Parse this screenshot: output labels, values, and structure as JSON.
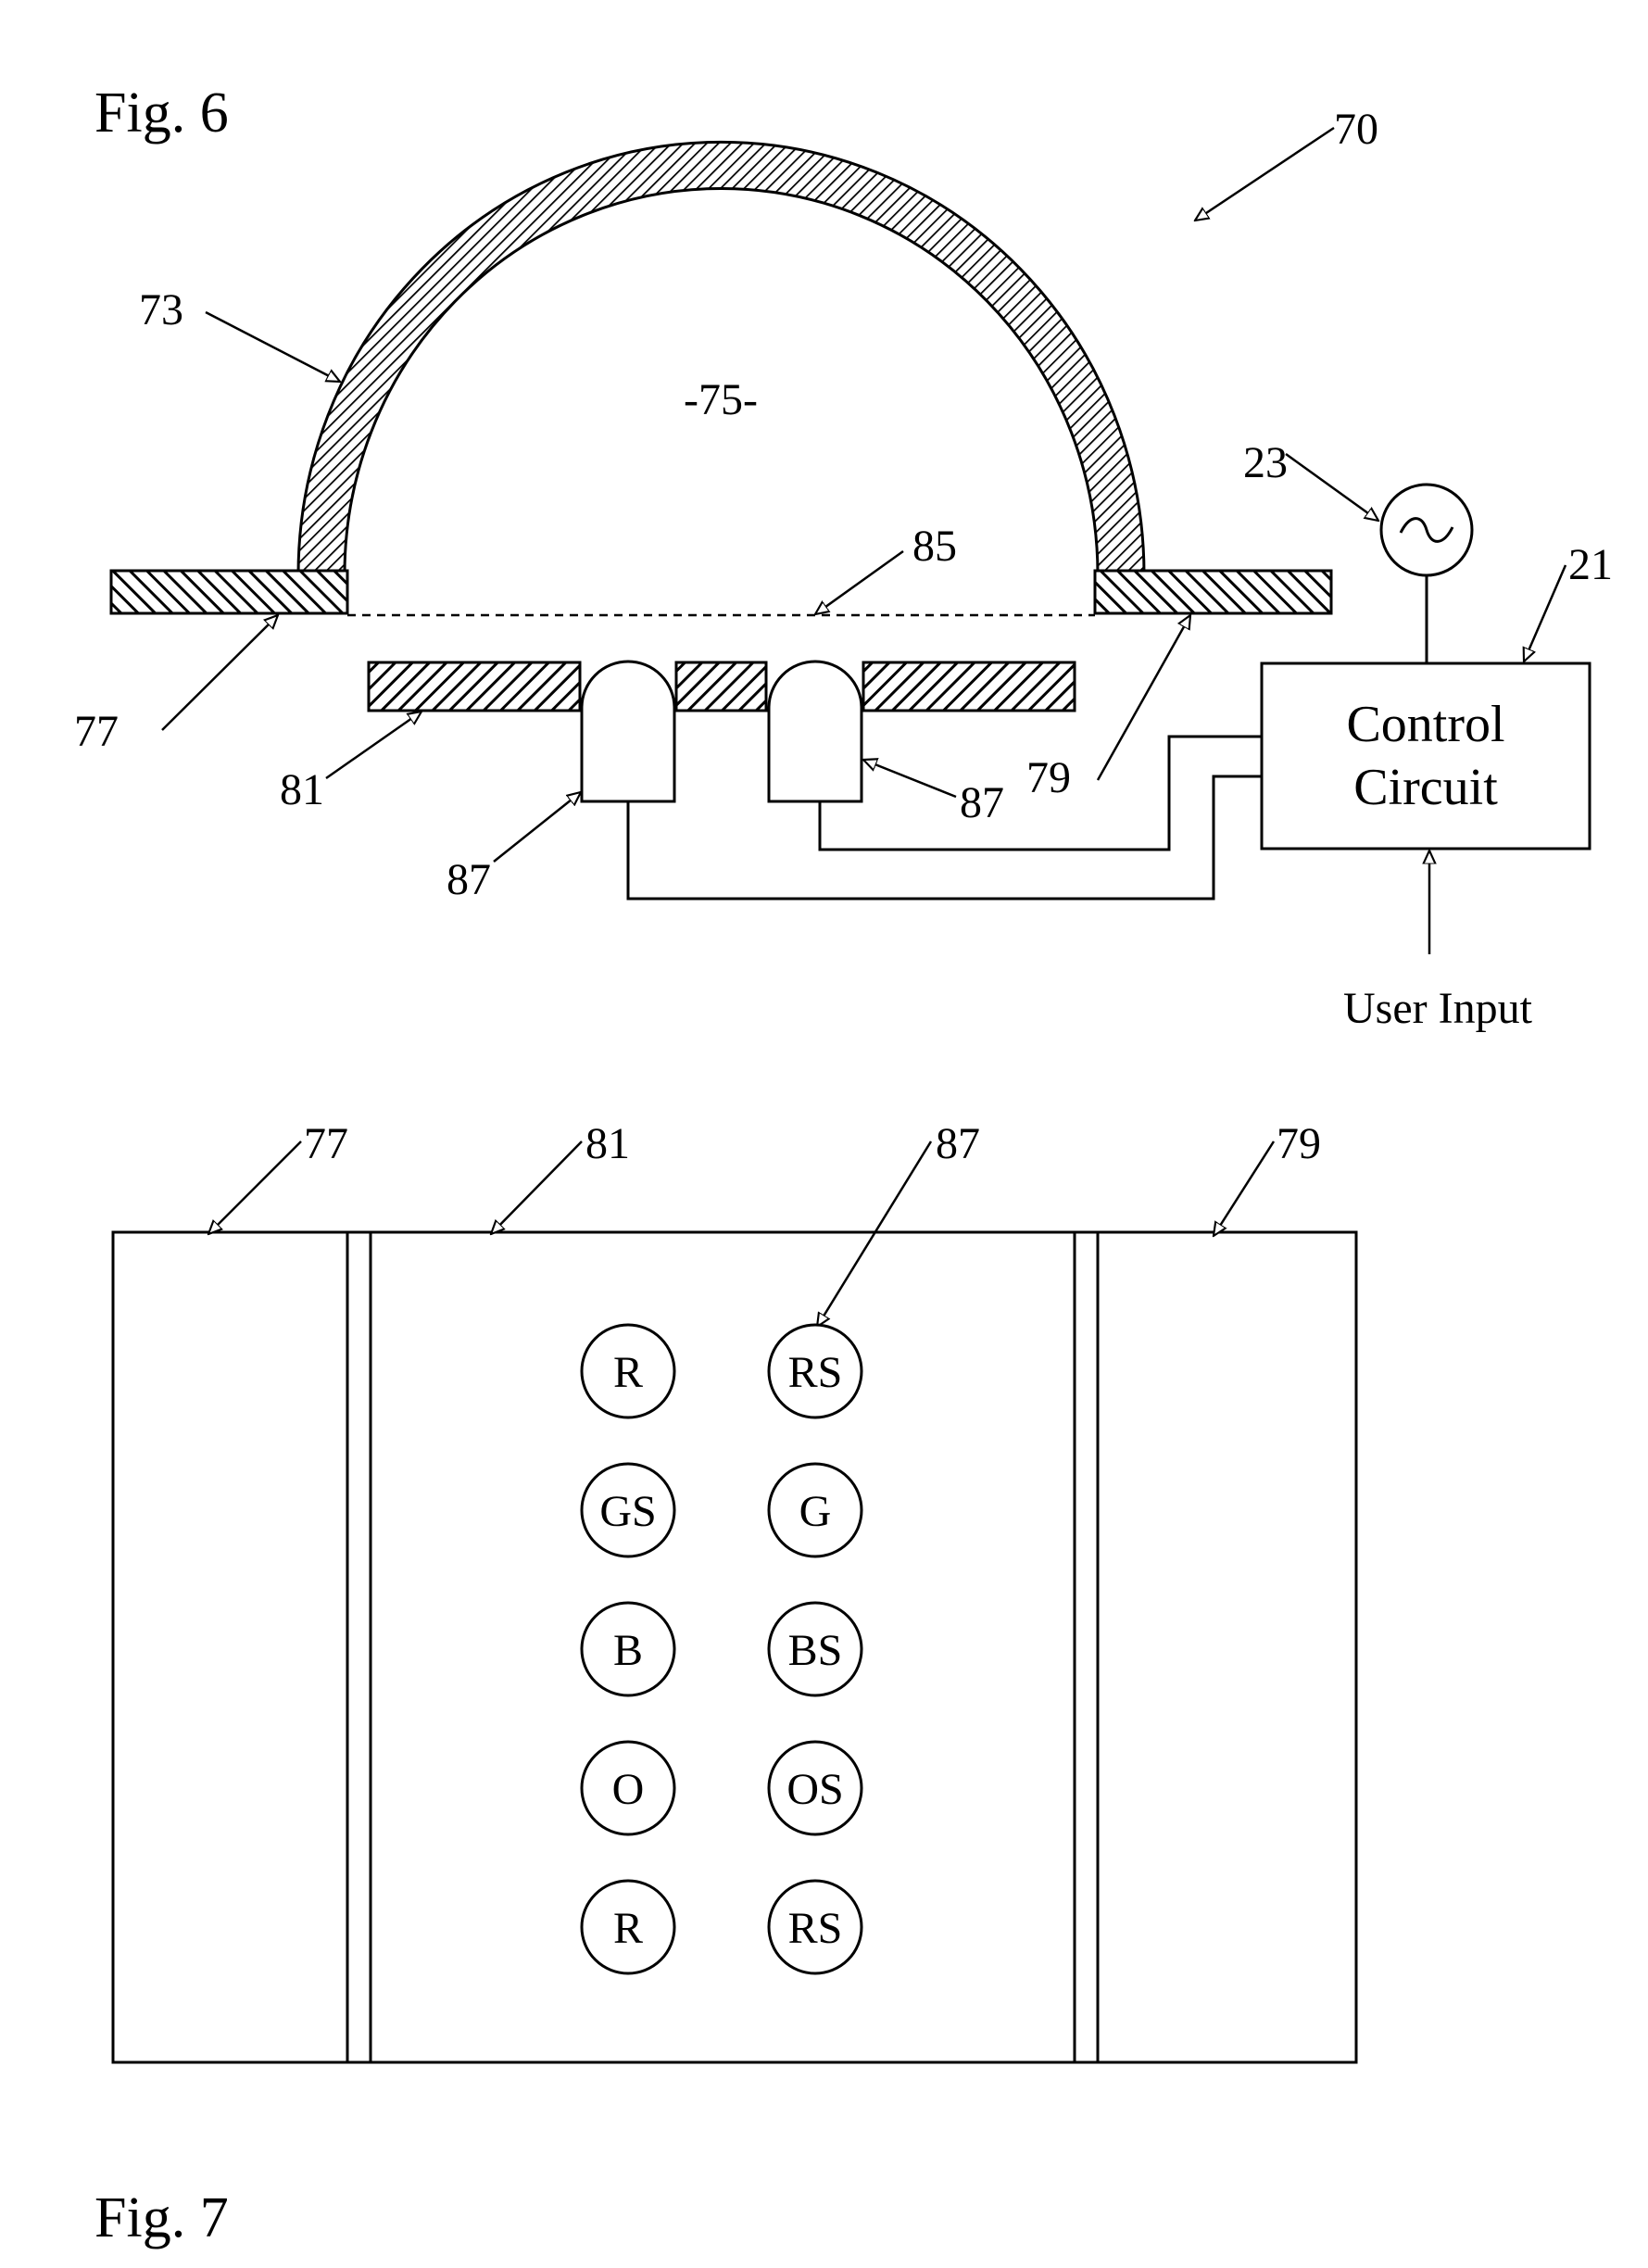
{
  "fig6": {
    "title": "Fig.  6",
    "ref_70": "70",
    "ref_73": "73",
    "ref_75": "-75-",
    "ref_85": "85",
    "ref_23": "23",
    "ref_21": "21",
    "ref_77": "77",
    "ref_81": "81",
    "ref_87a": "87",
    "ref_87b": "87",
    "ref_79": "79",
    "control_line1": "Control",
    "control_line2": "Circuit",
    "user_input": "User Input",
    "ac_symbol": "~"
  },
  "fig7": {
    "title": "Fig.  7",
    "ref_77": "77",
    "ref_81": "81",
    "ref_87": "87",
    "ref_79": "79",
    "leds": [
      [
        "R",
        "RS"
      ],
      [
        "GS",
        "G"
      ],
      [
        "B",
        "BS"
      ],
      [
        "O",
        "OS"
      ],
      [
        "R",
        "RS"
      ]
    ]
  }
}
